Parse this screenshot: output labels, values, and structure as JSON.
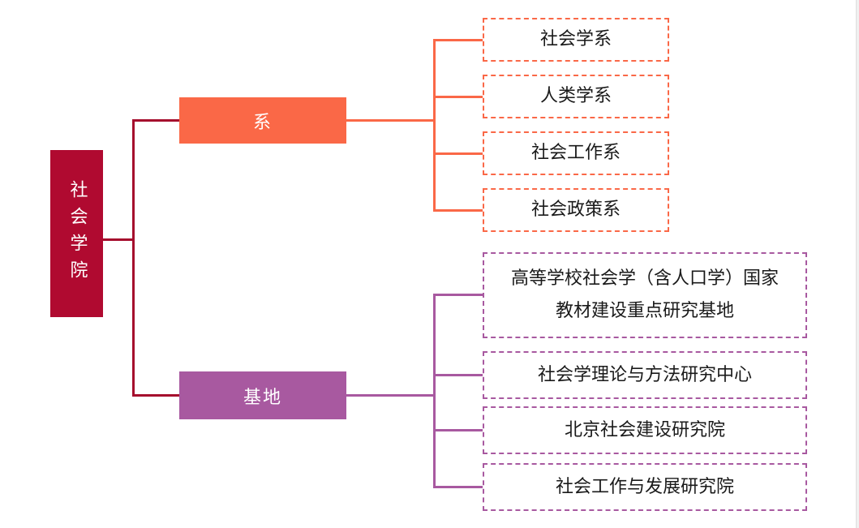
{
  "colors": {
    "page": "#ffffff",
    "root": "#b00a30",
    "root-line": "#a50d2d",
    "departments": "#fa6847",
    "bases": "#a859a0",
    "leaf-text": "#1a1a1a",
    "leaf-bg": "#ffffff"
  },
  "diagram": {
    "root": {
      "label": "社会学院"
    },
    "branches": [
      {
        "id": "departments",
        "label": "系",
        "children": [
          "社会学系",
          "人类学系",
          "社会工作系",
          "社会政策系"
        ]
      },
      {
        "id": "bases",
        "label": "基地",
        "children": [
          "高等学校社会学（含人口学）国家教材建设重点研究基地",
          "社会学理论与方法研究中心",
          "北京社会建设研究院",
          "社会工作与发展研究院"
        ]
      }
    ]
  }
}
